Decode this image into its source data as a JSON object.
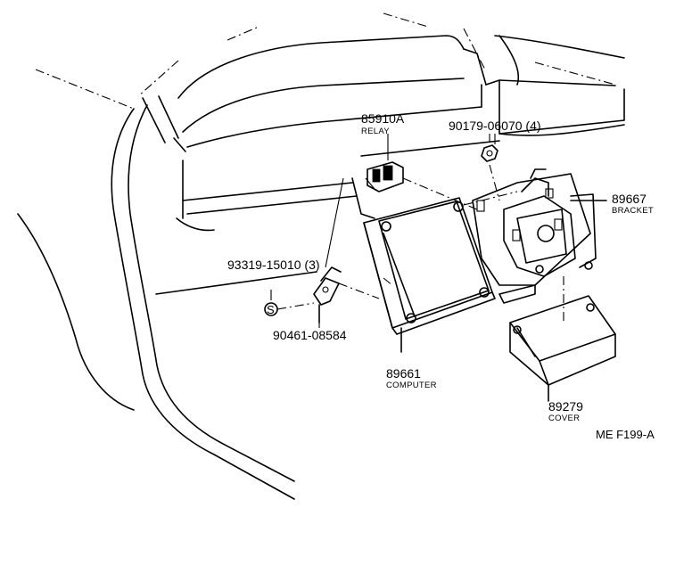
{
  "parts": [
    {
      "id": "relay",
      "number": "85910A",
      "name": "RELAY"
    },
    {
      "id": "nut",
      "number": "90179-06070 (4)",
      "name": ""
    },
    {
      "id": "bracket",
      "number": "89667",
      "name": "BRACKET"
    },
    {
      "id": "screw",
      "number": "93319-15010 (3)",
      "name": ""
    },
    {
      "id": "clip",
      "number": "90461-08584",
      "name": ""
    },
    {
      "id": "computer",
      "number": "89661",
      "name": "COMPUTER"
    },
    {
      "id": "cover",
      "number": "89279",
      "name": "COVER"
    }
  ],
  "figure_code": "ME F199-A"
}
